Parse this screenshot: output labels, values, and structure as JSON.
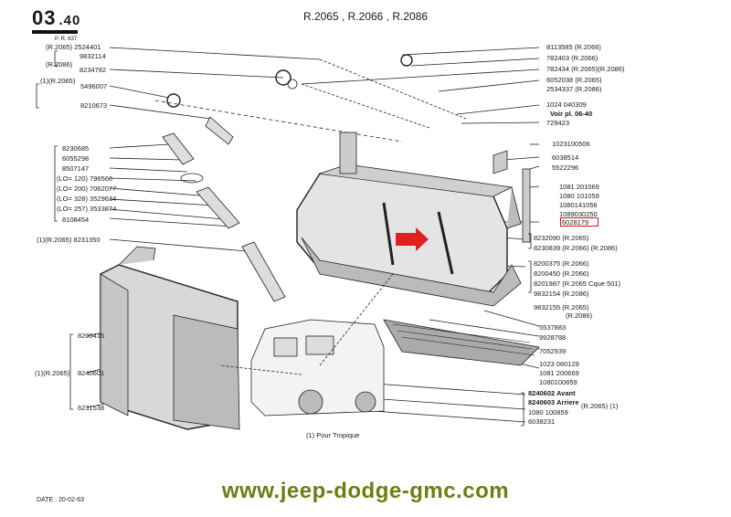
{
  "header": {
    "section": "03",
    "section_sub": ".40",
    "pr": "P. R. 637",
    "models": "R.2065 , R.2066 , R.2086"
  },
  "labels_left": [
    {
      "text": "(R.2065)  2524401"
    },
    {
      "text": "9832114"
    },
    {
      "text": "(R.2086)"
    },
    {
      "text": "8234782"
    },
    {
      "text": "(1)(R.2065)"
    },
    {
      "text": "5496007"
    },
    {
      "text": "8210673"
    },
    {
      "text": "8230685"
    },
    {
      "text": "6055298"
    },
    {
      "text": "8507147"
    },
    {
      "text": "(LO= 120)  796566"
    },
    {
      "text": "(LO= 200)  7062077"
    },
    {
      "text": "(LO= 328)  3529634"
    },
    {
      "text": "(LO= 257)  3533874"
    },
    {
      "text": "8108454"
    },
    {
      "text": "(1)(R.2065)  8231350"
    },
    {
      "text": "8200415"
    },
    {
      "text": "(1)(R.2065)"
    },
    {
      "text": "8240601"
    },
    {
      "text": "6231538"
    }
  ],
  "labels_right": [
    {
      "text": "8113585  (R.2066)"
    },
    {
      "text": "782403  (R.2066)"
    },
    {
      "text": "782434  (R.2065)(R.2086)"
    },
    {
      "text": "6052038  (R.2065)"
    },
    {
      "text": "2534337  (R.2086)"
    },
    {
      "text": "1024 040309"
    },
    {
      "text": "Voir pl. 06-40"
    },
    {
      "text": "729423"
    },
    {
      "text": "1023100506"
    },
    {
      "text": "6038514"
    },
    {
      "text": "5522296"
    },
    {
      "text": "1081 201069"
    },
    {
      "text": "1080 101059"
    },
    {
      "text": "1080141056"
    },
    {
      "text": "1089030250"
    },
    {
      "text": "6028179"
    },
    {
      "text": "8232090  (R.2065)"
    },
    {
      "text": "8230839  (R.2066)  (R.2086)"
    },
    {
      "text": "8200375  (R.2066)"
    },
    {
      "text": "8200450  (R.2066)"
    },
    {
      "text": "8201987  (R.2065  Cque 501)"
    },
    {
      "text": "9832154  (R.2086)"
    },
    {
      "text": "9832155  (R.2065)"
    },
    {
      "text": "(R.2086)"
    },
    {
      "text": "5537883"
    },
    {
      "text": "9928788"
    },
    {
      "text": "7052939"
    },
    {
      "text": "1023 060129"
    },
    {
      "text": "1081 200669"
    },
    {
      "text": "1080100659"
    },
    {
      "text": "8240602  Avant"
    },
    {
      "text": "8240603  Arriere"
    },
    {
      "text": "(R.2065)  (1)"
    },
    {
      "text": "1080 100859"
    },
    {
      "text": "6038231"
    }
  ],
  "footnote": "(1) Pour Tropique",
  "date": "DATE : 20-02-63",
  "watermark": "www.jeep-dodge-gmc.com",
  "colors": {
    "arrow": "#e02020",
    "highlight": "#d11111",
    "watermark": "#6d7e10"
  }
}
